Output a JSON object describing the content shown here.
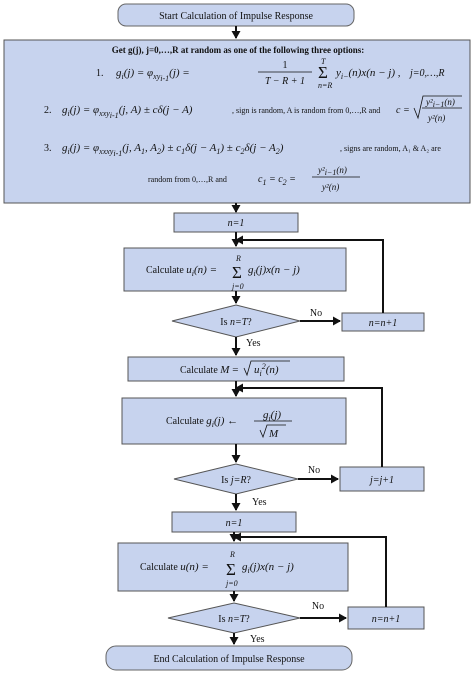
{
  "start": "Start Calculation of Impulse Response",
  "options": {
    "heading": "Get g(j), j=0,…,R at random as one of the following three options:",
    "opt1_num": "1.",
    "opt1_formula": "g_i(j) = φ_{xy_{i-1}}(j) = (1 / (T − R + 1)) Σ_{n=R}^{T} y_{i−}(n)x(n − j) ,",
    "opt1_lhs": "g",
    "opt1_range": "j=0,…,R",
    "opt2_num": "2.",
    "opt2_formula": "g_i(j) = φ_{xxy_{i-1}}(j, A) ± cδ(j − A)",
    "opt2_note": ", sign is random, A is random from 0,…,R and",
    "opt2_c": "c = √(y²_{i−1}(n)) / y²(n)",
    "opt3_num": "3.",
    "opt3_formula": "g_i(j) = φ_{xxxy_{i-1}}(j, A₁, A₂) ± c₁δ(j − A₁) ± c₂δ(j − A₂)",
    "opt3_note": ", signs are random, A₁ & A₂ are",
    "opt3_note2": "random from 0,…,R and",
    "opt3_c": "c₁ = c₂ = y²_{i−1}(n) / y²(n)"
  },
  "loop1": {
    "init": "n=1",
    "calc": "Calculate u_i(n) = Σ_{j=0}^{R} g_i(j)x(n − j)",
    "cond": "Is n=T?",
    "no": "No",
    "yes": "Yes",
    "incr": "n=n+1"
  },
  "calc_m": "Calculate M = √(u_i²(n))",
  "norm": {
    "calc": "Calculate g_i(j) ← g_i(j) / √M",
    "cond": "Is j=R?",
    "no": "No",
    "yes": "Yes",
    "incr": "j=j+1"
  },
  "loop2": {
    "init": "n=1",
    "calc": "Calculate u(n) = Σ_{j=0}^{R} g_i(j)x(n − j)",
    "cond": "Is n=T?",
    "no": "No",
    "yes": "Yes",
    "incr": "n=n+1"
  },
  "end": "End Calculation of Impulse Response"
}
